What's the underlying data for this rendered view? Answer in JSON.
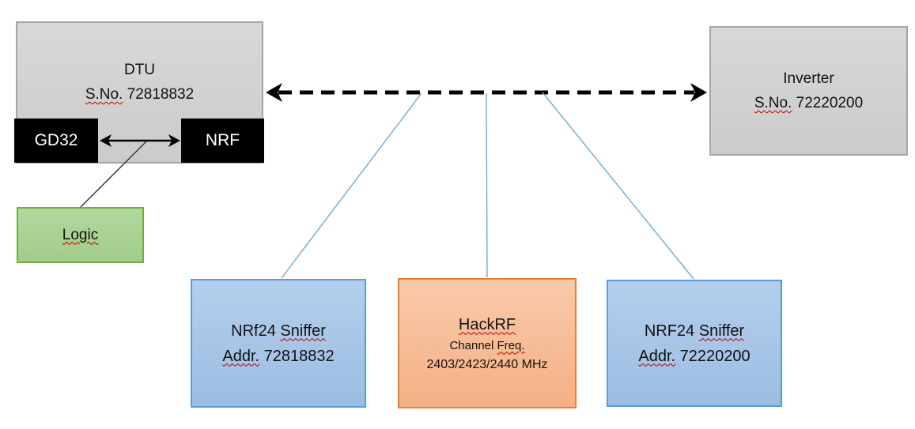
{
  "colors": {
    "box_gray_fill": "#D3D3D3",
    "box_gray_border": "#A6A6A6",
    "box_black_fill": "#000000",
    "box_green_fill": "#A9D18E",
    "box_green_border": "#70AD47",
    "box_blue_fill": "#A8C6E9",
    "box_blue_border": "#5B9BD5",
    "box_orange_fill": "#F6BD97",
    "box_orange_border": "#ED7D31",
    "connector_blue": "#6FA8DC",
    "arrow_black": "#000000",
    "thin_line_black": "#333333",
    "spellcheck_red": "#C00000",
    "text_dark": "#111111",
    "text_light": "#FFFFFF"
  },
  "nodes": {
    "dtu": {
      "title": "DTU",
      "serial_label": "S.No.",
      "serial_value": "72818832"
    },
    "gd32": {
      "label": "GD32"
    },
    "nrf": {
      "label": "NRF"
    },
    "logic": {
      "label": "Logic"
    },
    "inverter": {
      "title": "Inverter",
      "serial_label": "S.No.",
      "serial_value": "72220200"
    },
    "sniffer_left": {
      "line1_word1": "NRf24",
      "line1_word2": "Sniffer",
      "line2_word1": "Addr.",
      "line2_word2": "72818832"
    },
    "hackrf": {
      "title": "HackRF",
      "line2_word1": "Channel",
      "line2_word2": "Freq.",
      "line3": "2403/2423/2440 MHz"
    },
    "sniffer_right": {
      "line1_word1": "NRF24",
      "line1_word2": "Sniffer",
      "line2_word1": "Addr.",
      "line2_word2": "72220200"
    }
  }
}
